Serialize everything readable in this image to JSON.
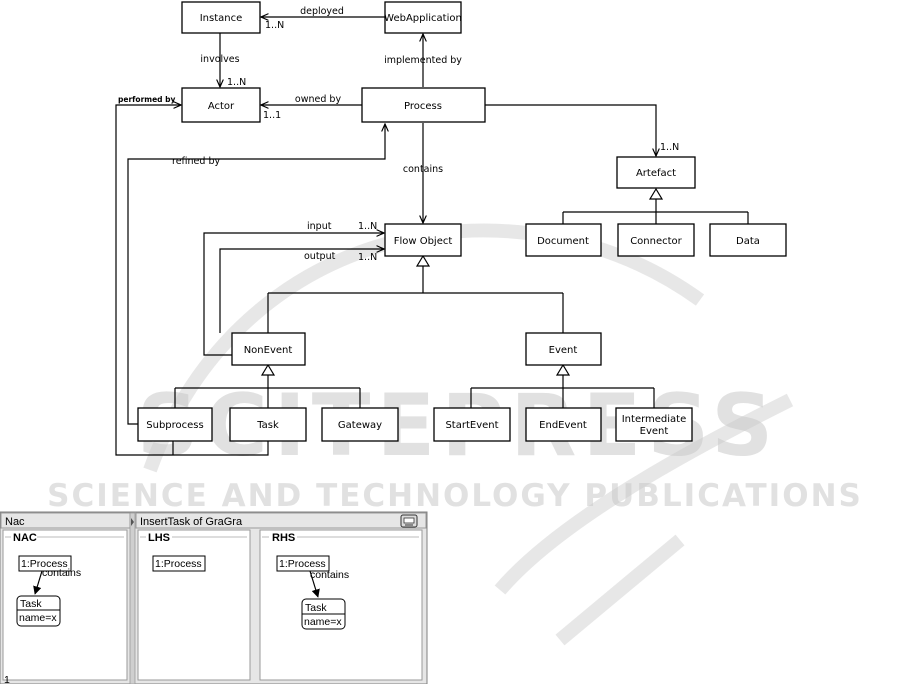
{
  "diagram": {
    "nodes": {
      "instance": "Instance",
      "webapp": "WebApplication",
      "actor": "Actor",
      "process": "Process",
      "artefact": "Artefact",
      "document": "Document",
      "connector": "Connector",
      "data": "Data",
      "flowobject": "Flow Object",
      "nonevent": "NonEvent",
      "event": "Event",
      "subprocess": "Subprocess",
      "task": "Task",
      "gateway": "Gateway",
      "startevent": "StartEvent",
      "endevent": "EndEvent",
      "intermediate_1": "Intermediate",
      "intermediate_2": "Event"
    },
    "labels": {
      "deployed": "deployed",
      "deployed_mult": "1..N",
      "involves": "involves",
      "involves_mult": "1..N",
      "implemented_by": "implemented by",
      "owned_by": "owned by",
      "owned_by_mult": "1..1",
      "performed_by": "performed by",
      "refined_by": "refined by",
      "contains": "contains",
      "artefact_mult": "1..N",
      "input": "input",
      "input_mult": "1..N",
      "output": "output",
      "output_mult": "1..N"
    }
  },
  "watermark": {
    "big": "SCITEPRESS",
    "sub": "SCIENCE AND TECHNOLOGY PUBLICATIONS"
  },
  "rule_window": {
    "nac_title": "Nac",
    "main_title": "InsertTask  of GraGra",
    "nac_panel": "NAC",
    "lhs_panel": "LHS",
    "rhs_panel": "RHS",
    "process_node": "1:Process",
    "contains": "contains",
    "task_name": "Task",
    "task_attr": "name=x",
    "footer": "1"
  },
  "colors": {
    "window_bg": "#e6e6e6",
    "panel_bg": "#ffffff",
    "shadow": "#9a9a9a"
  }
}
